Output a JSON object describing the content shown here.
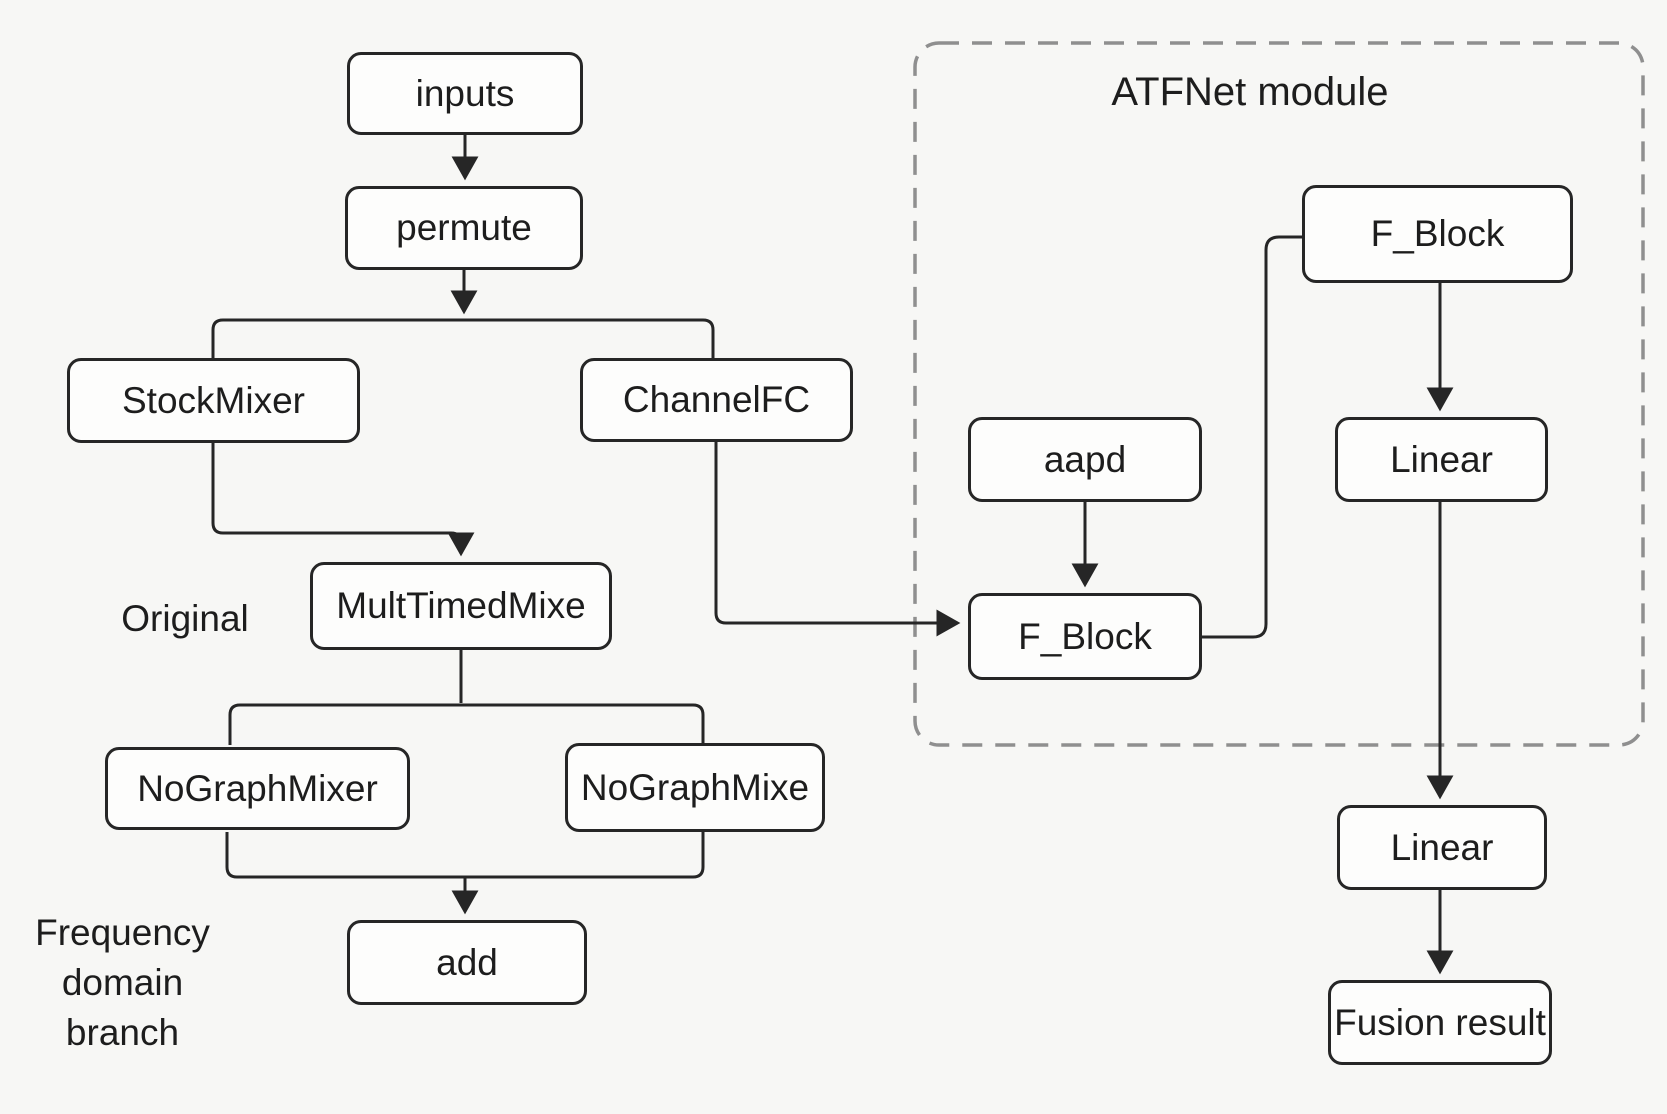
{
  "title": {
    "module": "ATFNet module"
  },
  "nodes": {
    "inputs": "inputs",
    "permute": "permute",
    "stock_mixer": "StockMixer",
    "channel_fc": "ChannelFC",
    "mult_timed_mixe": "MultTimedMixe",
    "no_graph_mixer": "NoGraphMixer",
    "no_graph_mixe": "NoGraphMixe",
    "add": "add",
    "aapd": "aapd",
    "f_block_top": "F_Block",
    "f_block_main": "F_Block",
    "linear_module": "Linear",
    "linear_out": "Linear",
    "fusion_result": "Fusion result"
  },
  "labels": {
    "original": "Original",
    "frequency": "Frequency",
    "domain": "domain",
    "branch": "branch"
  },
  "colors": {
    "background": "#f7f7f5",
    "node_fill": "#fdfdfc",
    "stroke": "#262626",
    "dashed_border": "#8f8f8f",
    "text": "#1d1d1d"
  }
}
